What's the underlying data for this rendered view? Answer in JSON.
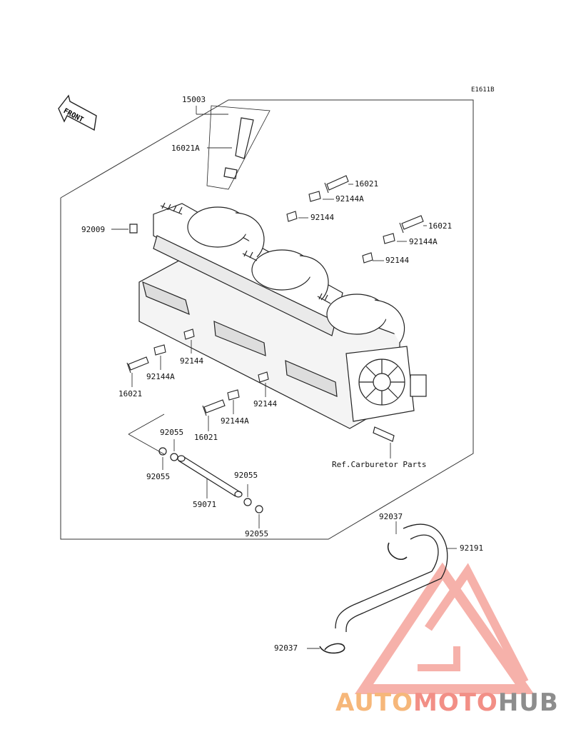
{
  "diagram_code": "E1611B",
  "front_label": "FRONT",
  "reference_text": "Ref.Carburetor Parts",
  "part_labels": {
    "p15003": "15003",
    "p16021A": "16021A",
    "p92009": "92009",
    "p16021_top1": "16021",
    "p92144A_top1": "92144A",
    "p92144_top1": "92144",
    "p16021_top2": "16021",
    "p92144A_top2": "92144A",
    "p92144_top2": "92144",
    "p92144_mid1": "92144",
    "p92144A_left": "92144A",
    "p16021_left": "16021",
    "p92144_mid2": "92144",
    "p92144A_mid": "92144A",
    "p16021_mid": "16021",
    "p92055_a": "92055",
    "p92055_b": "92055",
    "p92055_c": "92055",
    "p92055_d": "92055",
    "p59071": "59071",
    "p92037_top": "92037",
    "p92191": "92191",
    "p92037_bottom": "92037"
  },
  "watermark": {
    "part1": "AUTO",
    "part2": "MOTO",
    "part3": "HUB",
    "colors": {
      "auto": "#f6b77a",
      "moto": "#f28f86",
      "hub": "#8d8d8d",
      "triangle": "#f5a49c"
    }
  }
}
